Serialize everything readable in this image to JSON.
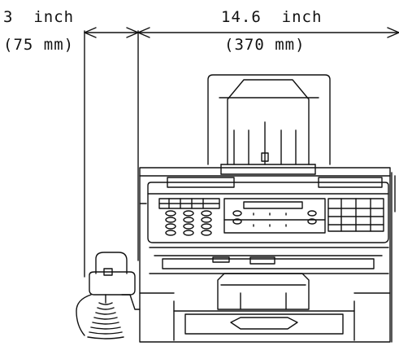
{
  "dimensions": {
    "left": {
      "imperial": "3  inch",
      "metric": "(75 mm)"
    },
    "right": {
      "imperial": "14.6  inch",
      "metric": "(370 mm)"
    }
  },
  "colors": {
    "line": "#111111",
    "background": "#ffffff"
  }
}
